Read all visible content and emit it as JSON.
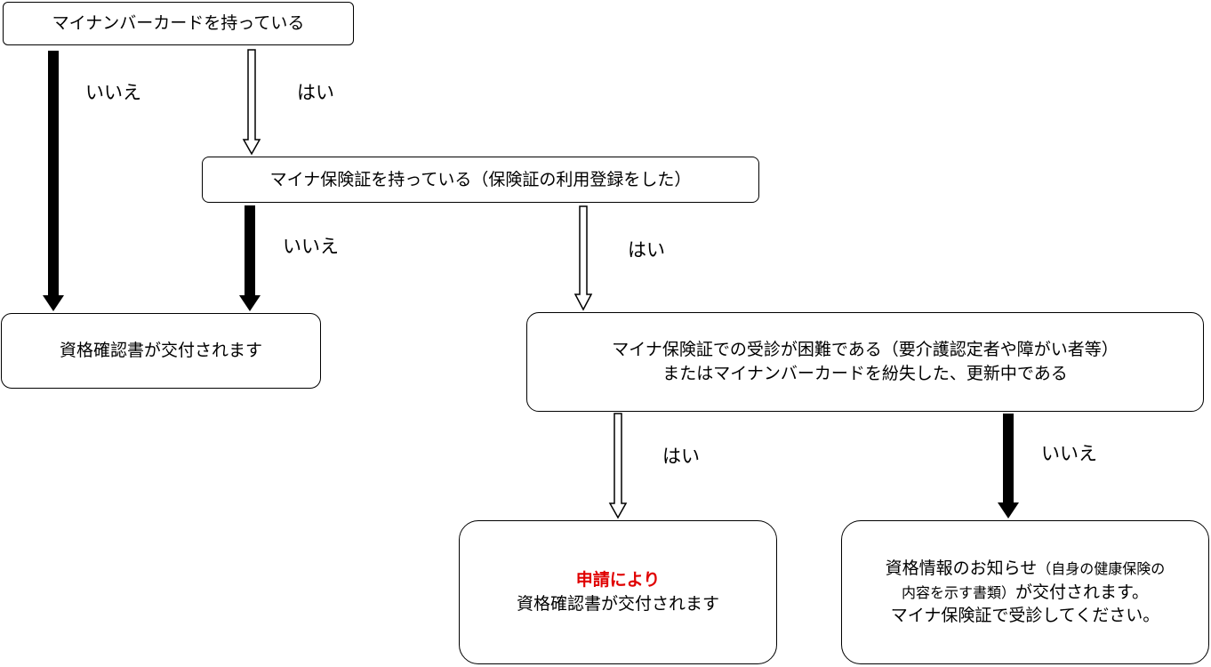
{
  "nodes": {
    "q1": "マイナンバーカードを持っている",
    "q2": "マイナ保険証を持っている（保険証の利用登録をした）",
    "r1": "資格確認書が交付されます",
    "q3": {
      "line1": "マイナ保険証での受診が困難である（要介護認定者や障がい者等）",
      "line2": "またはマイナンバーカードを紛失した、更新中である"
    },
    "r2": {
      "emphasis": "申請により",
      "text": "資格確認書が交付されます"
    },
    "r3": {
      "line1_main": "資格情報のお知らせ",
      "line1_small": "（自身の健康保険の",
      "line2_small": "内容を示す書類）",
      "line2_main": "が交付されます。",
      "line3": "マイナ保険証で受診してください。"
    }
  },
  "labels": {
    "no": "いいえ",
    "yes": "はい"
  },
  "colors": {
    "emphasis": "#e00000",
    "arrow_solid": "#000000",
    "arrow_hollow_fill": "#ffffff"
  }
}
